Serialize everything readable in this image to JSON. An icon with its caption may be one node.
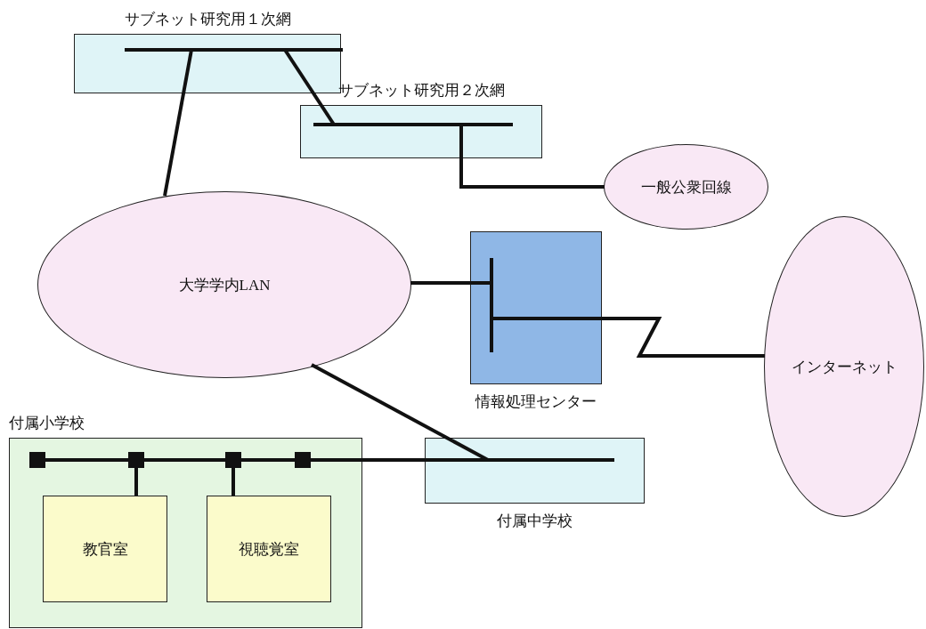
{
  "diagram": {
    "nodes": [
      {
        "text": [
          "サブネット研究用１次網"
        ]
      },
      {
        "text": [
          "サブネット研究用２次網"
        ]
      },
      {
        "text": [
          "一般公衆回線"
        ]
      },
      {
        "text": [
          "大学学内LAN"
        ]
      },
      {
        "text": [
          "情報処理センター"
        ]
      },
      {
        "text": [
          "インターネット"
        ]
      },
      {
        "text": [
          "付属小学校"
        ]
      },
      {
        "text": [
          "教官室"
        ],
        "in": 6
      },
      {
        "text": [
          "視聴覚室"
        ],
        "in": 6
      },
      {
        "text": [
          "付属中学校"
        ]
      },
      {
        "text": [],
        "shape": "box",
        "in": 6
      },
      {
        "text": [],
        "shape": "box",
        "in": 6
      },
      {
        "text": [],
        "shape": "box",
        "in": 6
      },
      {
        "text": [],
        "shape": "box",
        "in": 6
      }
    ],
    "edges": [
      {
        "from": 0,
        "to": 3,
        "arrow": "none"
      },
      {
        "from": 0,
        "to": 1,
        "arrow": "none"
      },
      {
        "from": 1,
        "to": 2,
        "arrow": "none"
      },
      {
        "from": 3,
        "to": 4,
        "arrow": "none"
      },
      {
        "from": 4,
        "to": 5,
        "arrow": "none"
      },
      {
        "from": 3,
        "to": 9,
        "arrow": "none"
      },
      {
        "from": 9,
        "to": 13,
        "arrow": "none"
      },
      {
        "from": 13,
        "to": 12,
        "arrow": "none"
      },
      {
        "from": 12,
        "to": 11,
        "arrow": "none"
      },
      {
        "from": 11,
        "to": 10,
        "arrow": "none"
      },
      {
        "from": 11,
        "to": 7,
        "arrow": "none"
      },
      {
        "from": 12,
        "to": 8,
        "arrow": "none"
      }
    ]
  }
}
